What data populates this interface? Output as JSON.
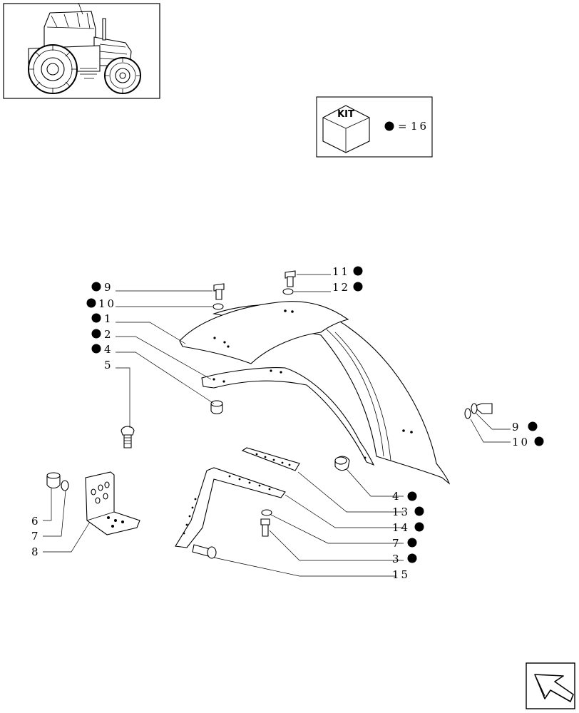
{
  "kit_box": {
    "kit_label": "KIT",
    "equals": "=",
    "quantity": "16"
  },
  "callouts": [
    {
      "id": "9",
      "kit": true
    },
    {
      "id": "10",
      "kit": true
    },
    {
      "id": "1",
      "kit": true
    },
    {
      "id": "2",
      "kit": true
    },
    {
      "id": "4",
      "kit": true
    },
    {
      "id": "5",
      "kit": false
    },
    {
      "id": "11",
      "kit": true
    },
    {
      "id": "12",
      "kit": true
    },
    {
      "id": "9",
      "kit": true
    },
    {
      "id": "10",
      "kit": true
    },
    {
      "id": "4",
      "kit": true
    },
    {
      "id": "13",
      "kit": true
    },
    {
      "id": "14",
      "kit": true
    },
    {
      "id": "7",
      "kit": true
    },
    {
      "id": "3",
      "kit": true
    },
    {
      "id": "15",
      "kit": false
    },
    {
      "id": "6",
      "kit": false
    },
    {
      "id": "7",
      "kit": false
    },
    {
      "id": "8",
      "kit": false
    }
  ],
  "icons": {
    "nav": "next-page-arrow-icon",
    "tractor": "tractor-thumbnail-icon",
    "kit": "kit-box-icon"
  },
  "colors": {
    "ink": "#000000",
    "paper": "#ffffff"
  }
}
